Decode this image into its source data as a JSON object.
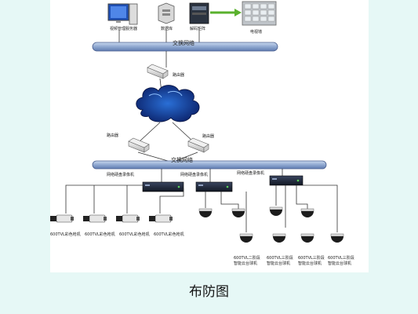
{
  "top_devices": {
    "management_server": "视频管理服务器",
    "storage_server": "数据库",
    "decoder": "解码矩阵",
    "video_wall": "电视墙"
  },
  "bus_top_label": "交换网络",
  "router_top_label": "路由器",
  "router_left_label": "路由器",
  "router_right_label": "路由器",
  "bus_mid_label": "交换网络",
  "nvr_labels": [
    "网络硬盘录像机",
    "网络硬盘录像机",
    "网络硬盘录像机"
  ],
  "cameras": [
    "600TVL彩色枪机",
    "600TVL彩色枪机",
    "600TVL彩色枪机",
    "600TVL彩色枪机"
  ],
  "domes": [
    "600TVL二阶段\n智能云台球机",
    "600TVL三阶段\n智能云台球机",
    "600TVL三阶段\n智能云台球机",
    "600TVL三阶段\n智能云台球机"
  ],
  "caption": "布防图"
}
